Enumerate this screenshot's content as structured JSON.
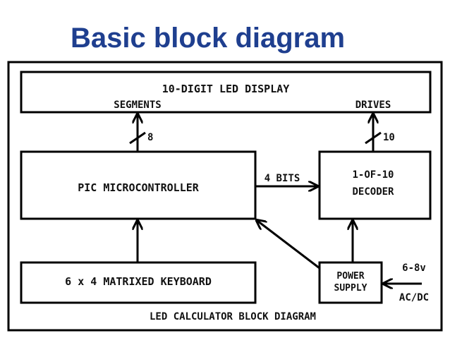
{
  "title": "Basic block diagram",
  "diagram": {
    "display": "10-DIGIT LED DISPLAY",
    "segments": "SEGMENTS",
    "drives": "DRIVES",
    "seg_bits": "8",
    "drive_bits": "10",
    "mcu": "PIC MICROCONTROLLER",
    "bus_bits": "4 BITS",
    "decoder_line1": "1-OF-10",
    "decoder_line2": "DECODER",
    "keyboard": "6 x 4 MATRIXED KEYBOARD",
    "power_line1": "POWER",
    "power_line2": "SUPPLY",
    "input_voltage": "6-8v",
    "input_type": "AC/DC",
    "caption": "LED CALCULATOR BLOCK DIAGRAM"
  }
}
